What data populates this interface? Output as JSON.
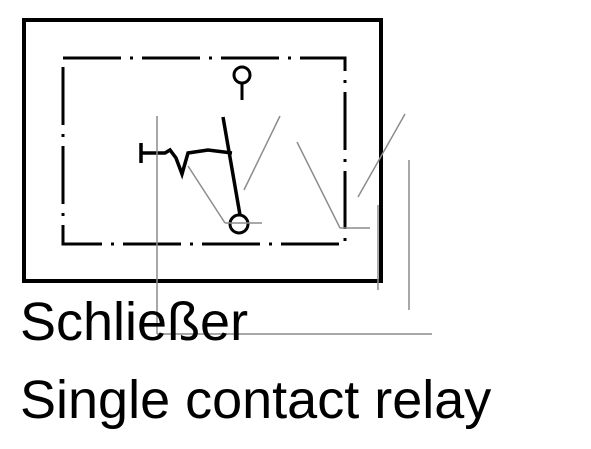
{
  "diagram": {
    "symbol": "normally-open-contact-relay",
    "colors": {
      "ink": "#000000",
      "leader": "#8c8c8c",
      "background": "#ffffff"
    }
  },
  "captions": {
    "german": "Schließer",
    "english": "Single contact relay"
  }
}
